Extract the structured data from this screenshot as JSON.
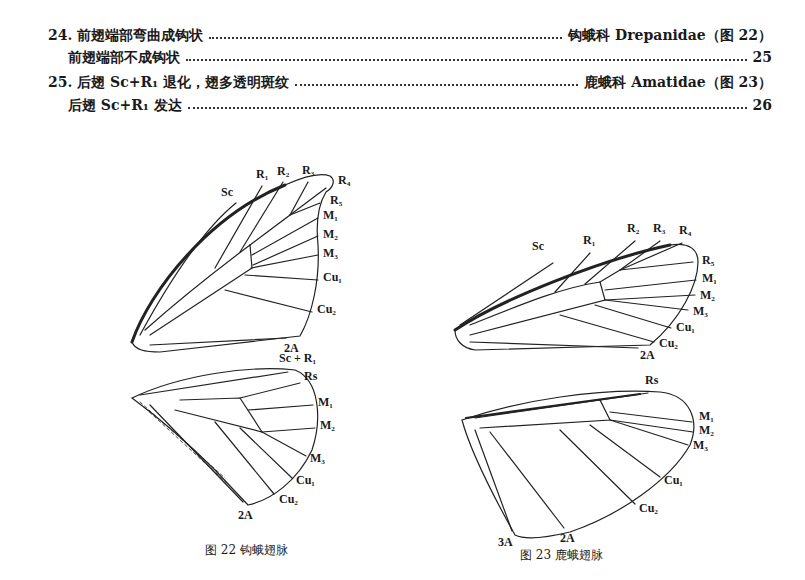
{
  "diagram": {
    "labels": [
      "24. 前翅端部弯曲成钩状",
      "钩蛾科 Drepanidae（图 22）",
      "前翅端部不成钩状",
      "25",
      "25. 后翅 Sc+R₁ 退化，翅多透明斑纹",
      "鹿蛾科 Amatidae（图 23）",
      "后翅 Sc+R₁ 发达",
      "26",
      "Sc",
      "R₁",
      "R₂",
      "R₃",
      "R₄",
      "R₅",
      "M₁",
      "M₂",
      "M₃",
      "Cu₁",
      "Cu₂",
      "2A",
      "Sc + R₁",
      "Rs",
      "M₁",
      "M₂",
      "M₃",
      "Cu₁",
      "Cu₂",
      "2A",
      "图 22 钩蛾翅脉",
      "Sc",
      "R₁",
      "R₂",
      "R₃",
      "R₄",
      "R₅",
      "M₁",
      "M₂",
      "M₃",
      "Cu₁",
      "Cu₂",
      "2A",
      "Rs",
      "M₁",
      "M₂",
      "M₃",
      "Cu₁",
      "Cu₂",
      "3A",
      "2A",
      "图 23 鹿蛾翅脉"
    ]
  }
}
